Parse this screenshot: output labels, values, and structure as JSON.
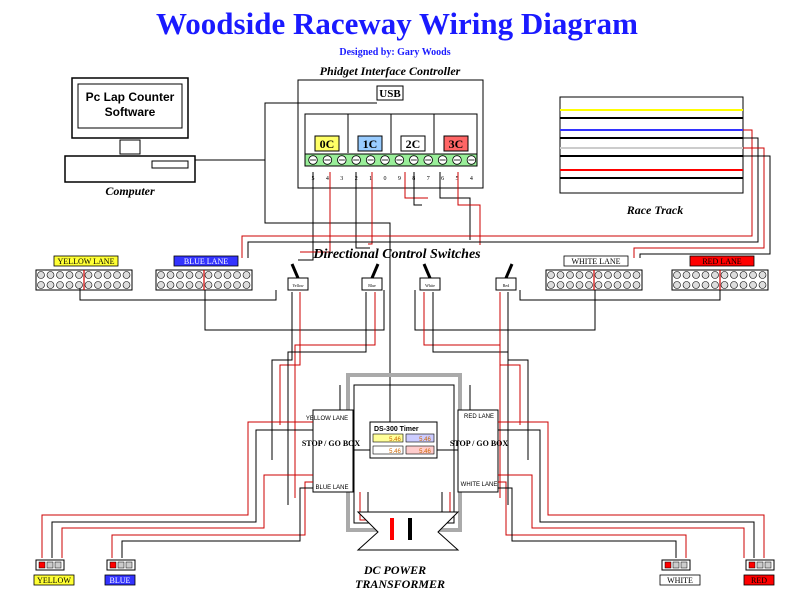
{
  "title": "Woodside Raceway Wiring Diagram",
  "subtitle": "Designed by: Gary Woods",
  "controller": {
    "label": "Phidget Interface Controller",
    "usb_label": "USB",
    "channels": [
      "0C",
      "1C",
      "2C",
      "3C"
    ],
    "channel_colors": [
      "#ffff66",
      "#99ccff",
      "#ffffff",
      "#ff6666"
    ],
    "pin_labels": [
      "5",
      "4",
      "3",
      "2",
      "1",
      "0",
      "9",
      "8",
      "7",
      "6",
      "5",
      "4"
    ]
  },
  "computer": {
    "label": "Computer",
    "screen_text_1": "Pc Lap Counter",
    "screen_text_2": "Software"
  },
  "race_track": {
    "label": "Race Track",
    "lane_colors": [
      "#ffff00",
      "#000000",
      "#3333ff",
      "#000000",
      "#cccccc",
      "#000000",
      "#ff0000",
      "#000000"
    ]
  },
  "switches": {
    "label": "Directional Control Switches",
    "items": [
      "Yellow",
      "Blue",
      "White",
      "Red"
    ]
  },
  "lane_blocks": {
    "items": [
      {
        "label": "YELLOW LANE",
        "color": "#ffff33"
      },
      {
        "label": "BLUE LANE",
        "color": "#3333ff"
      },
      {
        "label": "WHITE LANE",
        "color": "#ffffff"
      },
      {
        "label": "RED LANE",
        "color": "#ff0000"
      }
    ]
  },
  "stop_go_boxes": {
    "left": {
      "label": "STOP / GO BOX",
      "top_label": "YELLOW LANE",
      "bottom_label": "BLUE LANE"
    },
    "right": {
      "label": "STOP / GO BOX",
      "top_label": "RED LANE",
      "bottom_label": "WHITE LANE"
    }
  },
  "timer": {
    "label": "DS-300 Timer",
    "readouts": [
      "5.46",
      "5.46",
      "5.46",
      "5.46"
    ]
  },
  "transformer": {
    "label_1": "DC POWER",
    "label_2": "TRANSFORMER"
  },
  "controllers_bottom": {
    "items": [
      {
        "label": "YELLOW",
        "color": "#ffff33"
      },
      {
        "label": "BLUE",
        "color": "#3333ff"
      },
      {
        "label": "WHITE",
        "color": "#ffffff"
      },
      {
        "label": "RED",
        "color": "#ff0000"
      }
    ]
  }
}
